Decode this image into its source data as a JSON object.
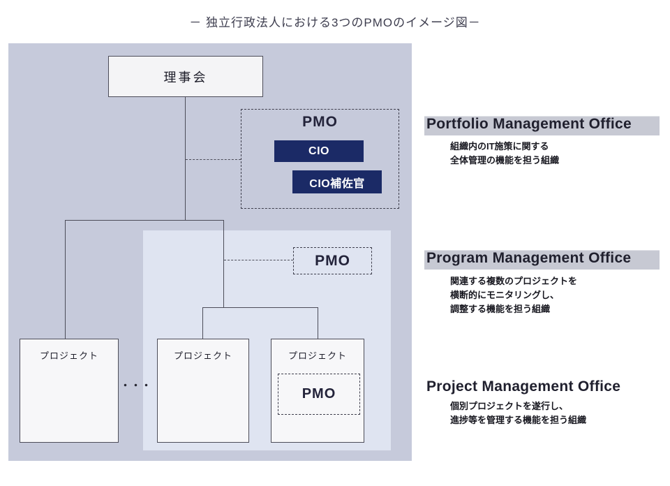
{
  "title": "－ 独立行政法人における3つのPMOのイメージ図－",
  "diagram": {
    "board_label": "理事会",
    "portfolio_pmo": {
      "label": "PMO",
      "cio_label": "CIO",
      "cio_assistant_label": "CIO補佐官"
    },
    "program_pmo_label": "PMO",
    "projects": [
      {
        "label": "プロジェクト"
      },
      {
        "label": "プロジェクト"
      },
      {
        "label": "プロジェクト",
        "pmo_label": "PMO"
      }
    ],
    "ellipsis": "・・・"
  },
  "sections": [
    {
      "heading": "Portfolio Management Office",
      "lines": [
        "組織内のIT施策に関する",
        "全体管理の機能を担う組織"
      ]
    },
    {
      "heading": "Program Management Office",
      "lines": [
        "関連する複数のプロジェクトを",
        "横断的にモニタリングし、",
        "調整する機能を担う組織"
      ]
    },
    {
      "heading": "Project Management Office",
      "lines": [
        "個別プロジェクトを遂行し、",
        "進捗等を管理する機能を担う組織"
      ]
    }
  ],
  "colors": {
    "panel_bg": "#c6cadb",
    "inner_bg": "#dfe4f1",
    "navy": "#1b2a66",
    "box_bg": "#f4f4f6",
    "line": "#4c4c58",
    "heading_bar": "#c7c9d3",
    "text_dark": "#20202e"
  }
}
